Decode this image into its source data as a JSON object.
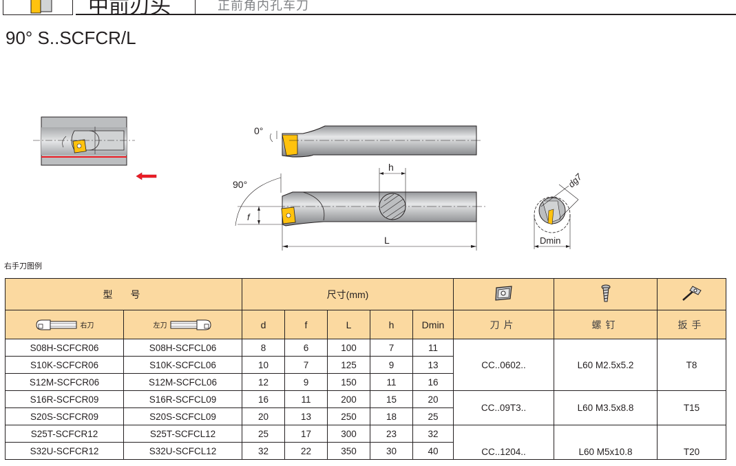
{
  "header": {
    "title": "中前刃头",
    "subtitle": "正前角内孔车刀"
  },
  "model_title": "90° S..SCFCR/L",
  "figure": {
    "angle_top": "0°",
    "angle_side": "90°",
    "dim_h": "h",
    "dim_f": "f",
    "dim_L": "L",
    "dim_dg7": "dg7",
    "dim_dmin": "Dmin"
  },
  "caption": "右手刀图例",
  "table": {
    "header_model": "型　号",
    "header_dims": "尺寸(mm)",
    "right_hand": "右刀",
    "left_hand": "左刀",
    "dim_cols": [
      "d",
      "f",
      "L",
      "h",
      "Dmin"
    ],
    "insert_label": "刀片",
    "screw_label": "螺钉",
    "wrench_label": "扳手",
    "rows": [
      {
        "right": "S08H-SCFCR06",
        "left": "S08H-SCFCL06",
        "d": "8",
        "f": "6",
        "L": "100",
        "h": "7",
        "Dmin": "11"
      },
      {
        "right": "S10K-SCFCR06",
        "left": "S10K-SCFCL06",
        "d": "10",
        "f": "7",
        "L": "125",
        "h": "9",
        "Dmin": "13"
      },
      {
        "right": "S12M-SCFCR06",
        "left": "S12M-SCFCL06",
        "d": "12",
        "f": "9",
        "L": "150",
        "h": "11",
        "Dmin": "16"
      },
      {
        "right": "S16R-SCFCR09",
        "left": "S16R-SCFCL09",
        "d": "16",
        "f": "11",
        "L": "200",
        "h": "15",
        "Dmin": "20"
      },
      {
        "right": "S20S-SCFCR09",
        "left": "S20S-SCFCL09",
        "d": "20",
        "f": "13",
        "L": "250",
        "h": "18",
        "Dmin": "25"
      },
      {
        "right": "S25T-SCFCR12",
        "left": "S25T-SCFCL12",
        "d": "25",
        "f": "17",
        "L": "300",
        "h": "23",
        "Dmin": "32"
      },
      {
        "right": "S32U-SCFCR12",
        "left": "S32U-SCFCL12",
        "d": "32",
        "f": "22",
        "L": "350",
        "h": "30",
        "Dmin": "40"
      }
    ],
    "groups": [
      {
        "insert": "CC..0602..",
        "screw": "L60 M2.5x5.2",
        "wrench": "T8"
      },
      {
        "insert": "CC..09T3..",
        "screw": "L60 M3.5x8.8",
        "wrench": "T15"
      },
      {
        "insert": "CC..1204..",
        "screw": "L60 M5x10.8",
        "wrench": "T20"
      }
    ]
  },
  "colors": {
    "header_bg": "#fbd9a0",
    "insert_yellow": "#ffc20e",
    "arrow_red": "#ed1c24",
    "tool_gray": "#b3b3b3"
  }
}
